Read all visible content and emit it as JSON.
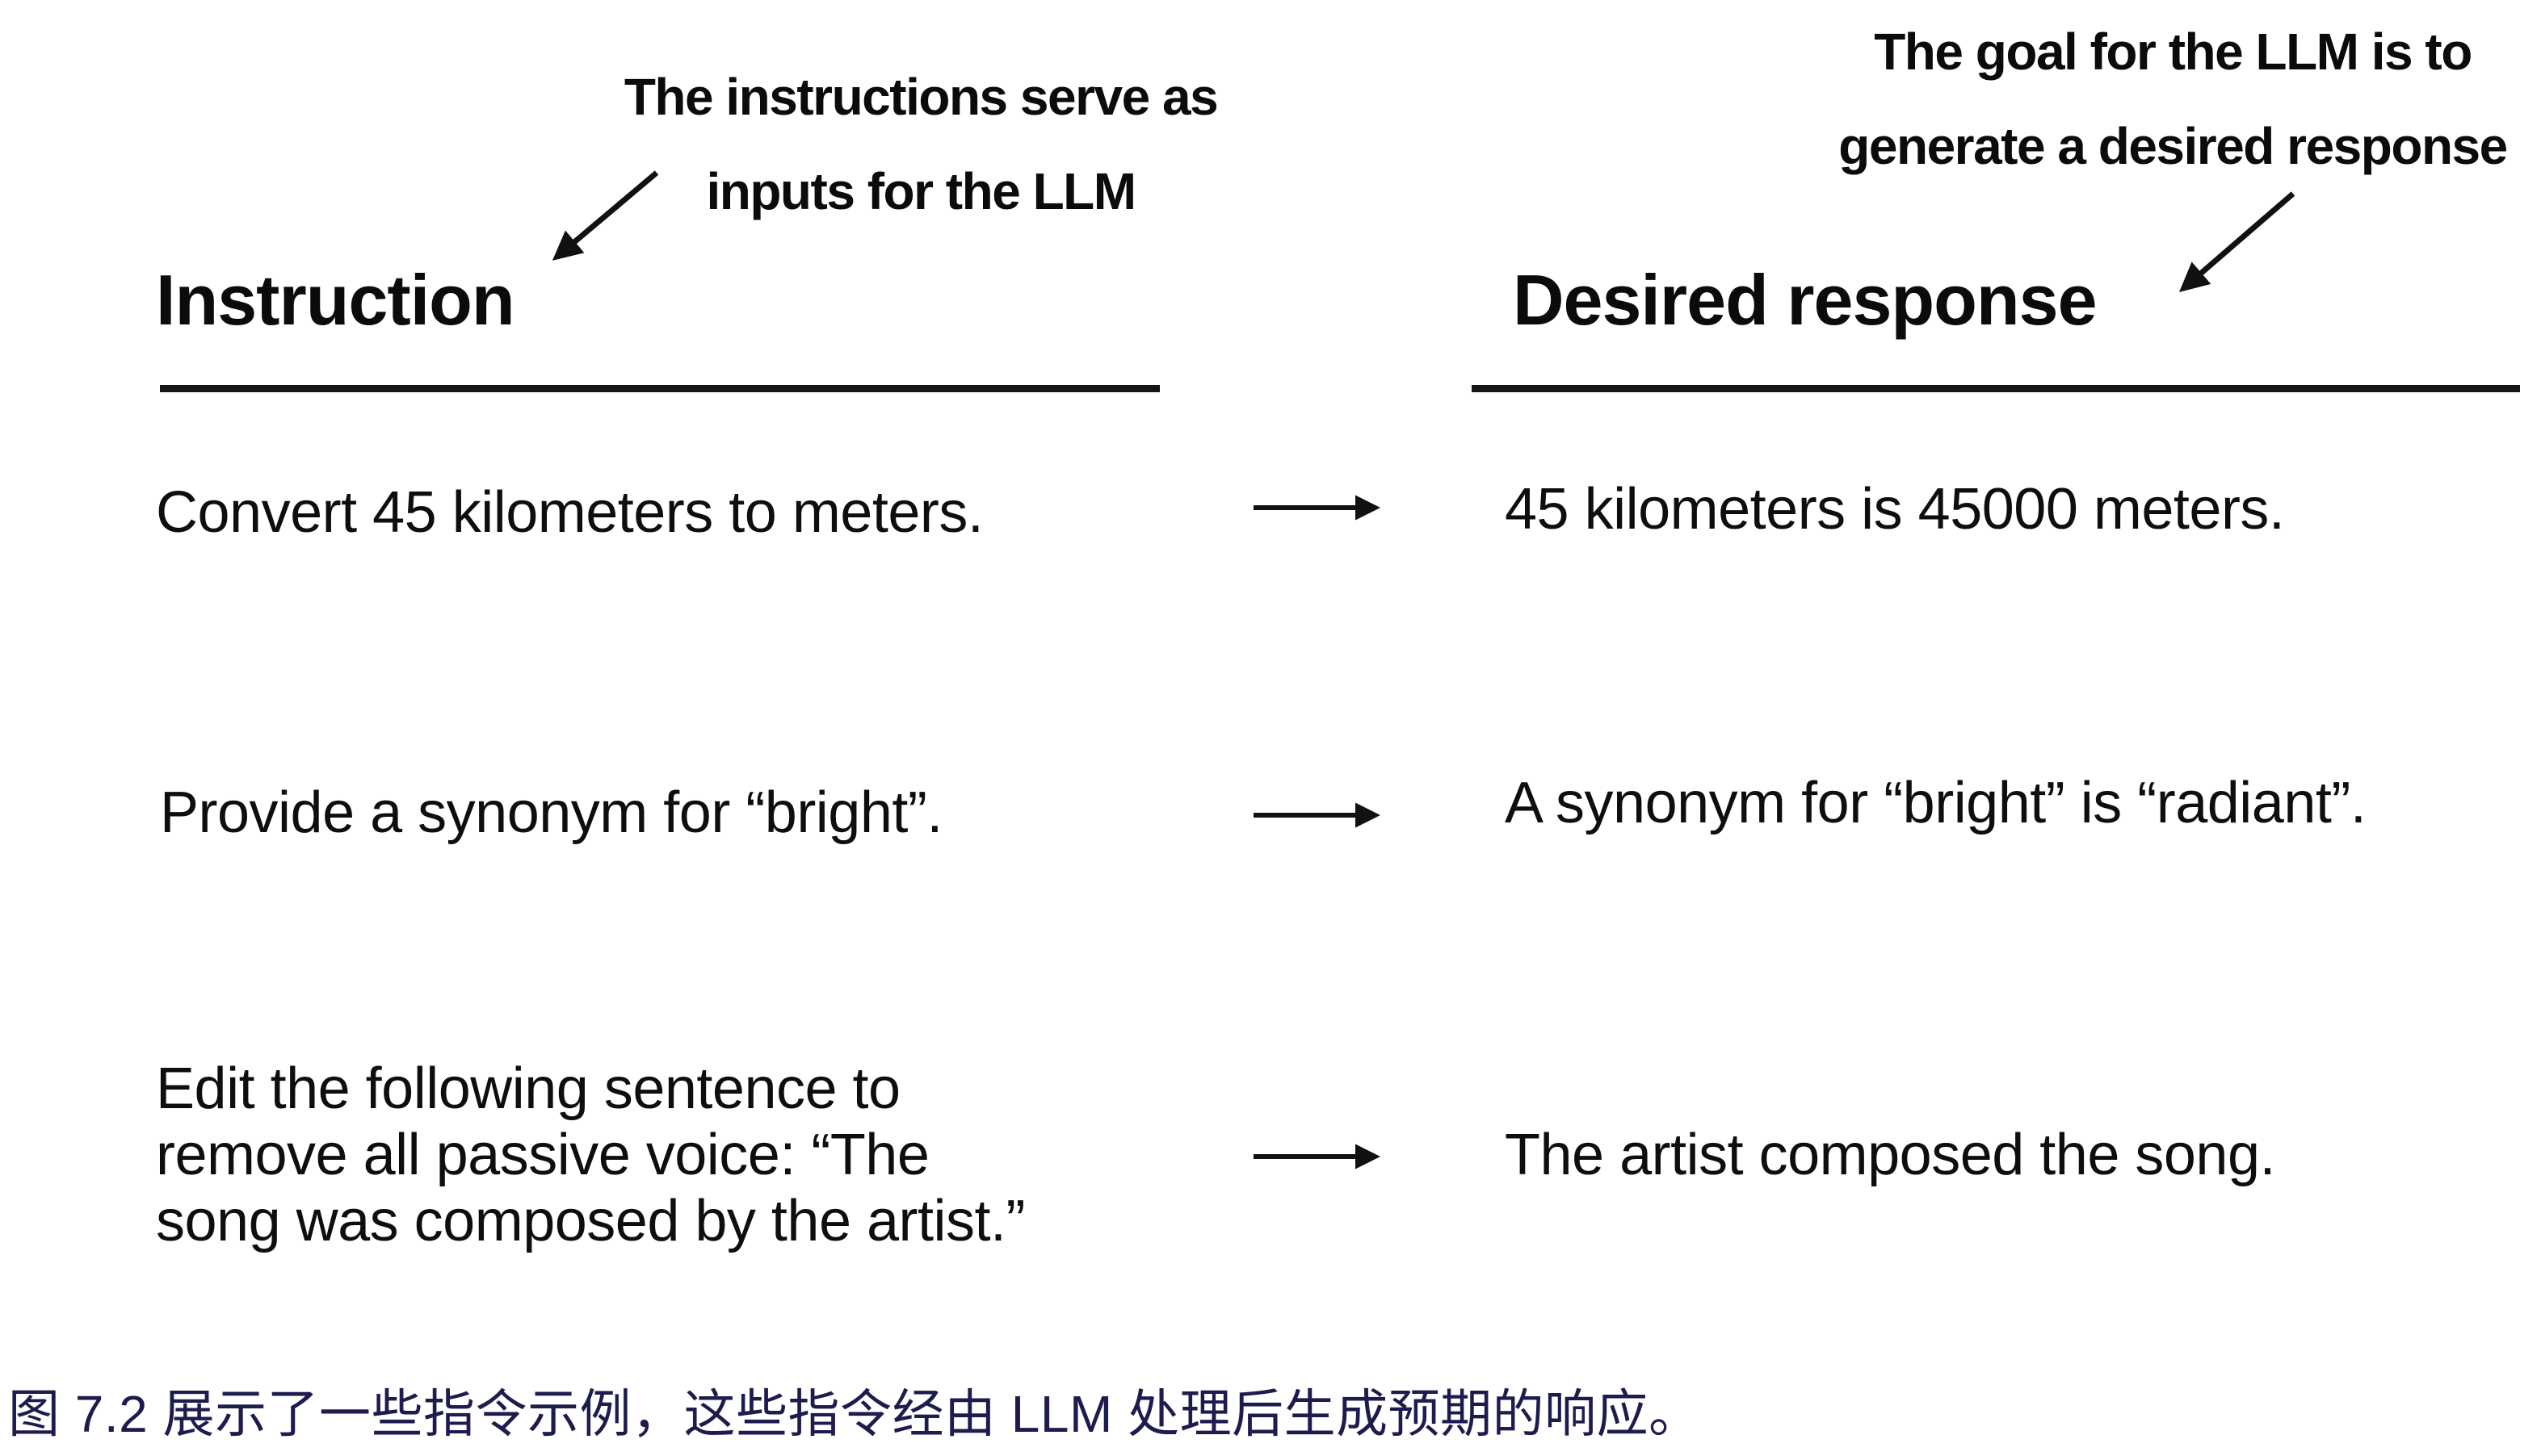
{
  "figure": {
    "annotations": {
      "left": {
        "line1": "The instructions serve as",
        "line2": "inputs for the LLM"
      },
      "right": {
        "line1": "The goal for the LLM is to",
        "line2": "generate a desired response"
      }
    },
    "headers": {
      "instruction": "Instruction",
      "desired_response": "Desired response"
    },
    "rows": [
      {
        "instruction": "Convert 45 kilometers to meters.",
        "response": "45 kilometers is 45000 meters."
      },
      {
        "instruction": "Provide a synonym for “bright”.",
        "response": "A synonym for “bright” is “radiant”."
      },
      {
        "instruction": "Edit the following sentence to\nremove all passive voice: “The\nsong was composed by the artist.”",
        "response": "The artist composed the song."
      }
    ],
    "caption": "图 7.2 展示了一些指令示例，这些指令经由 LLM 处理后生成预期的响应。",
    "icons": {
      "row_arrow": "right-arrow-icon",
      "annotation_arrow_left": "diagonal-arrow-icon",
      "annotation_arrow_right": "diagonal-arrow-icon"
    },
    "colors": {
      "text": "#0e0e0e",
      "caption": "#1c1c4e",
      "line": "#161616",
      "background": "#ffffff"
    }
  }
}
